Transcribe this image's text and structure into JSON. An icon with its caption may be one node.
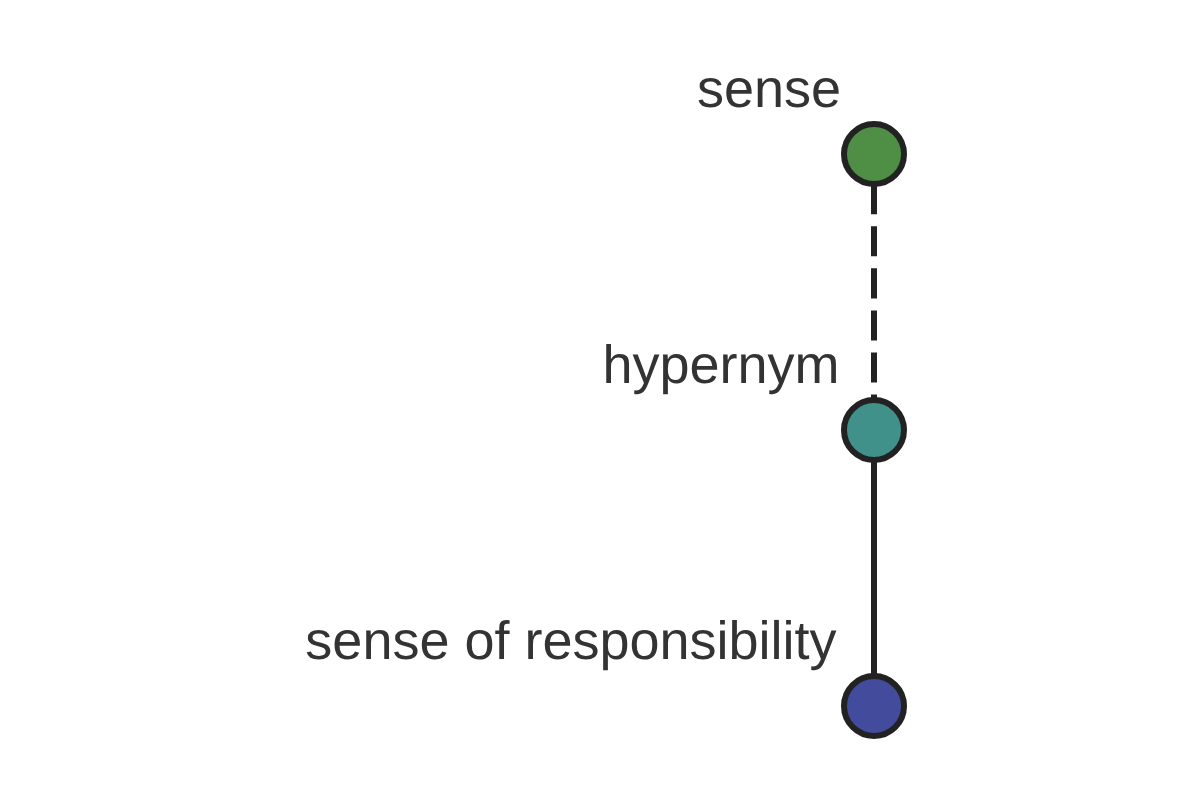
{
  "diagram": {
    "nodes": [
      {
        "text": [
          "sense"
        ]
      },
      {
        "text": [
          "hypernym"
        ]
      },
      {
        "text": [
          "sense of responsibility"
        ]
      }
    ],
    "edges": [
      {
        "from": 0,
        "to": 1,
        "arrow": "none",
        "style": "dashed"
      },
      {
        "from": 1,
        "to": 2,
        "arrow": "none"
      }
    ]
  }
}
